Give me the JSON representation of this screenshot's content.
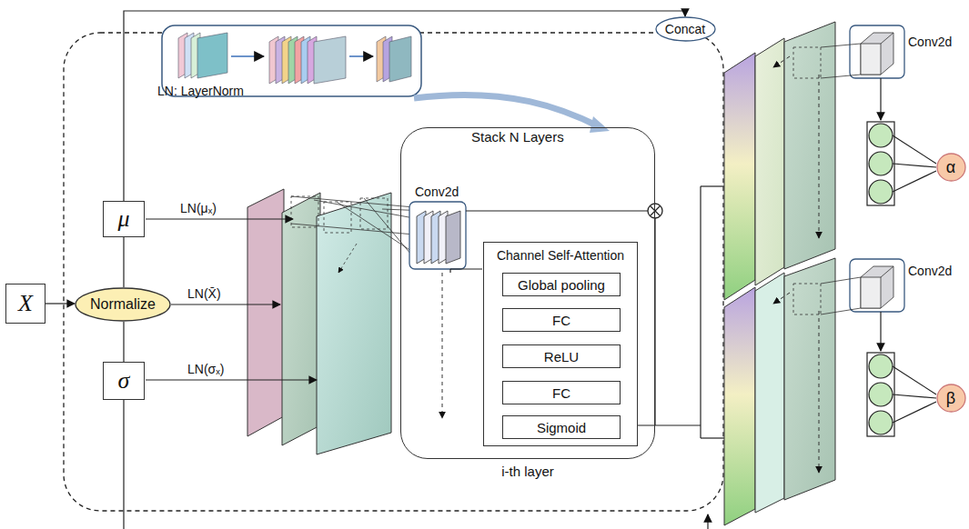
{
  "diagram": {
    "nodes": [
      {
        "text": [
          "X"
        ]
      },
      {
        "text": [
          "Normalize"
        ]
      },
      {
        "text": [
          "μ"
        ]
      },
      {
        "text": [
          "σ"
        ]
      },
      {
        "text": [
          "i-th layer"
        ]
      },
      {
        "text": [
          "Channel Self-Attention"
        ],
        "in": 4
      },
      {
        "text": [
          "Global pooling"
        ],
        "in": 5
      },
      {
        "text": [
          "FC"
        ],
        "in": 5
      },
      {
        "text": [
          "ReLU"
        ],
        "in": 5
      },
      {
        "text": [
          "FC"
        ],
        "in": 5
      },
      {
        "text": [
          "Sigmoid"
        ],
        "in": 5
      },
      {
        "text": [
          "Concat"
        ]
      },
      {
        "text": [
          "α"
        ]
      },
      {
        "text": [
          "β"
        ]
      }
    ],
    "edges": [
      {
        "from": 0,
        "to": 1,
        "arrow": "to"
      },
      {
        "from": 1,
        "to": 2,
        "arrow": "none"
      },
      {
        "from": 1,
        "to": 3,
        "arrow": "none"
      },
      {
        "from": 2,
        "to": 11,
        "arrow": "to"
      }
    ],
    "labels": [
      "LN: LayerNorm",
      "Stack N Layers",
      "Conv2d",
      "Conv2d",
      "Conv2d",
      "LN(μₓ)",
      "LN(X̄)",
      "LN(σₓ)"
    ]
  }
}
